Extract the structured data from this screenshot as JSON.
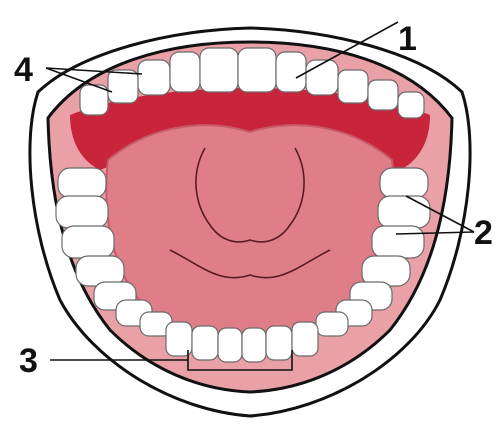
{
  "diagram": {
    "callouts": [
      {
        "id": "1",
        "text": "1"
      },
      {
        "id": "2",
        "text": "2"
      },
      {
        "id": "3",
        "text": "3"
      },
      {
        "id": "4",
        "text": "4"
      }
    ]
  },
  "colors": {
    "outline": "#111111",
    "gum": "#e9a0a6",
    "palate": "#c8243c",
    "tongue": "#e07e88",
    "tongue_shadow": "#c75b69",
    "tooth": "#ffffff",
    "tooth_line": "#6a6a6a"
  }
}
